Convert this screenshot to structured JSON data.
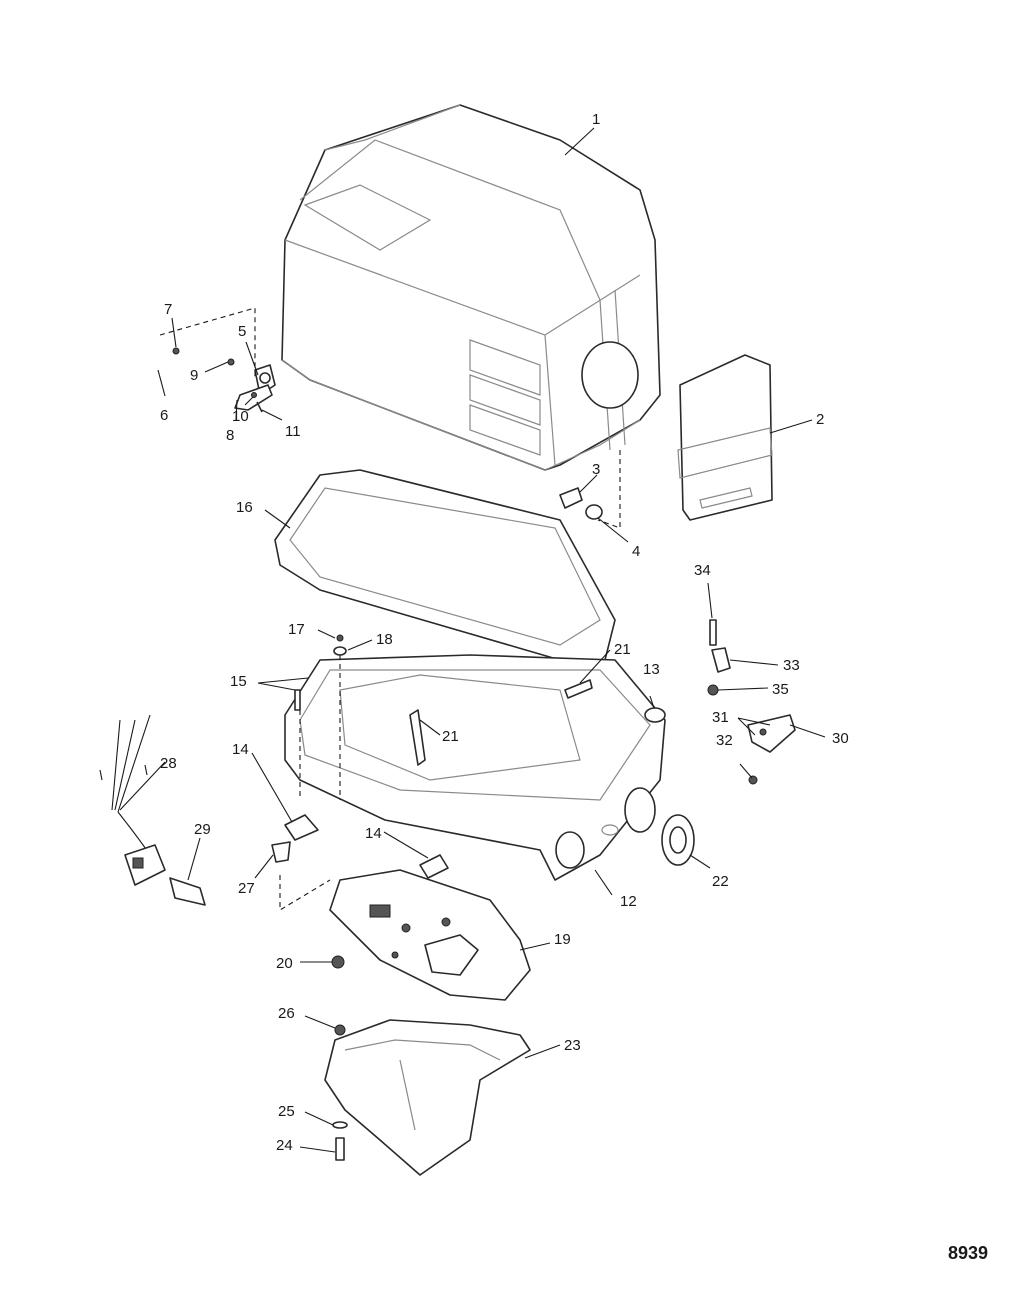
{
  "figure_number": "8939",
  "callouts": [
    "1",
    "2",
    "3",
    "4",
    "5",
    "6",
    "7",
    "8",
    "9",
    "10",
    "11",
    "12",
    "13",
    "14",
    "14",
    "15",
    "16",
    "17",
    "18",
    "19",
    "20",
    "21",
    "21",
    "22",
    "23",
    "24",
    "25",
    "26",
    "27",
    "28",
    "29",
    "30",
    "31",
    "32",
    "33",
    "34",
    "35"
  ],
  "colors": {
    "ink": "#1a1a1a",
    "background": "#ffffff",
    "shading": "#555555"
  }
}
